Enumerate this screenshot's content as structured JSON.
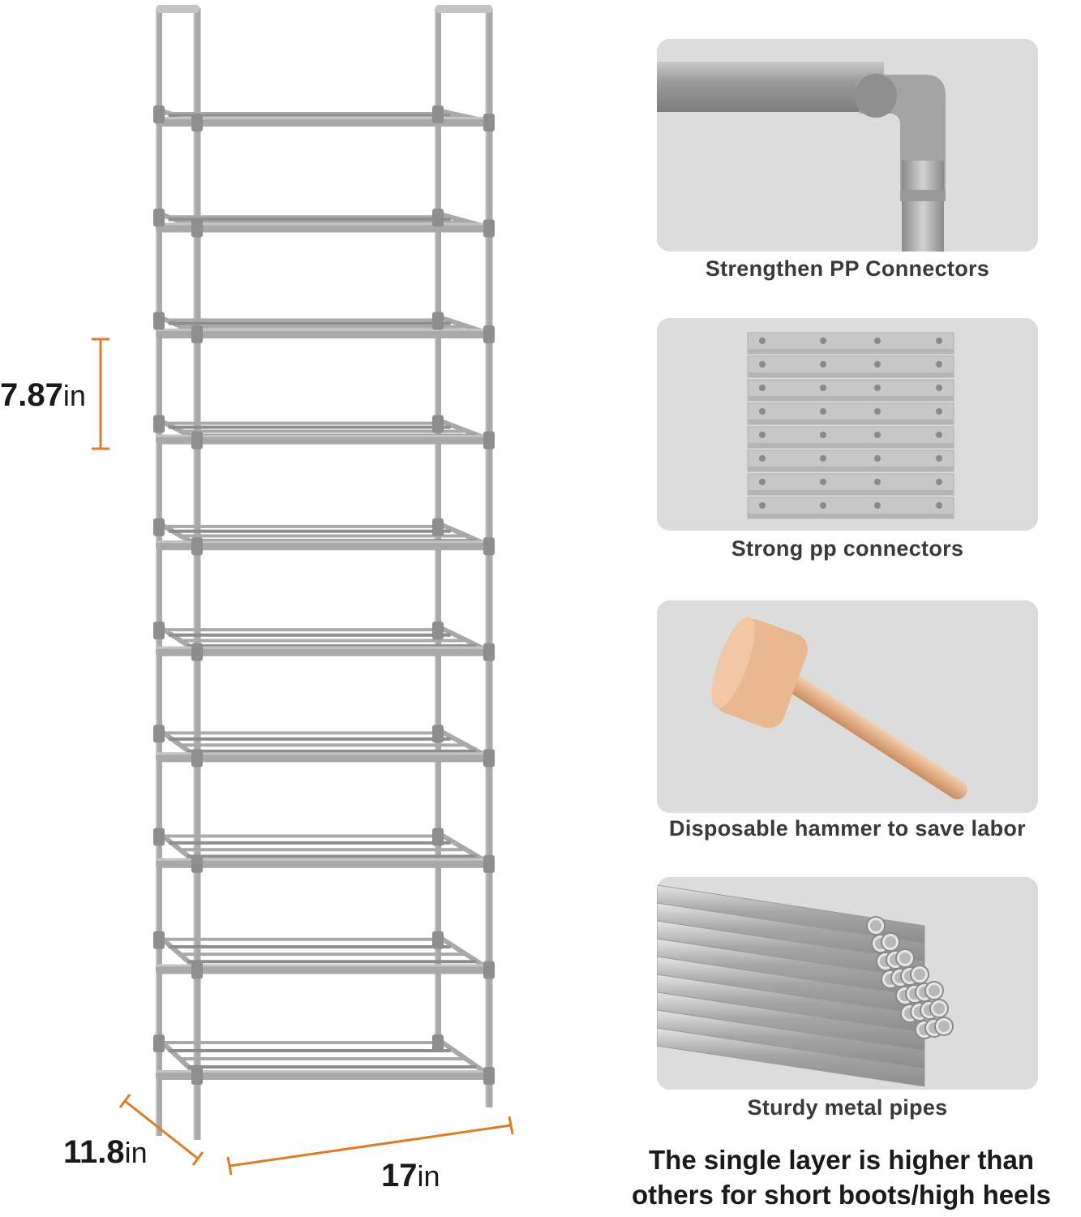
{
  "dimensions": {
    "shelf_gap": {
      "value": "7.87",
      "unit": "in"
    },
    "depth": {
      "value": "11.8",
      "unit": "in"
    },
    "width": {
      "value": "17",
      "unit": "in"
    }
  },
  "rack": {
    "tiers": 10,
    "color": "#a9a9a9"
  },
  "features": [
    {
      "icon": "corner-connector-icon",
      "caption": "Strengthen PP Connectors"
    },
    {
      "icon": "connector-strips-icon",
      "caption": "Strong pp connectors"
    },
    {
      "icon": "wooden-hammer-icon",
      "caption": "Disposable hammer to save labor"
    },
    {
      "icon": "metal-pipes-icon",
      "caption": "Sturdy metal pipes"
    }
  ],
  "note": {
    "line1": "The single layer is higher than",
    "line2": "others for short boots/high heels"
  },
  "accent_color": "#e07b2a"
}
